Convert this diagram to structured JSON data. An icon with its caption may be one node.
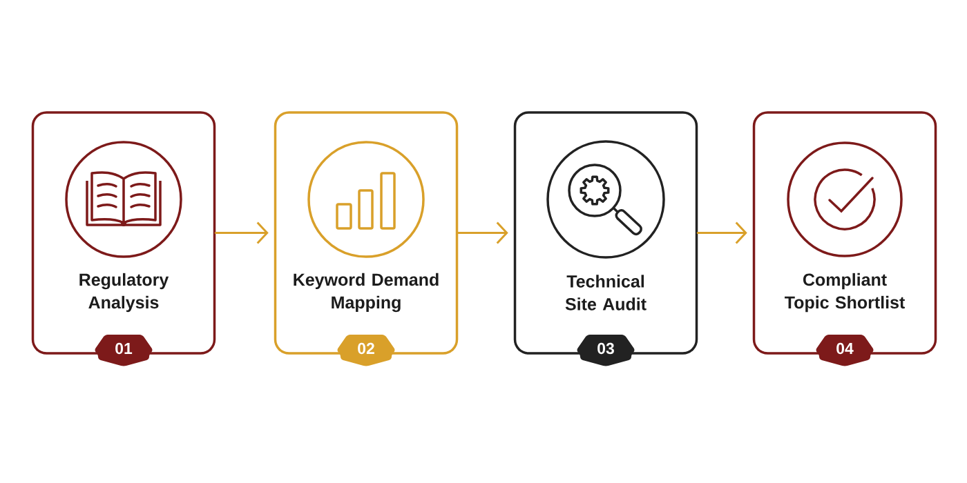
{
  "diagram": {
    "nodes": [
      {
        "text": [
          "Regulatory Analysis"
        ]
      },
      {
        "text": [
          "01"
        ]
      },
      {
        "text": [
          "Keyword Demand Mapping"
        ]
      },
      {
        "text": [
          "02"
        ]
      },
      {
        "text": [
          "Technical Site Audit"
        ]
      },
      {
        "text": [
          "03"
        ]
      },
      {
        "text": [
          "Compliant Topic Shortlist"
        ]
      },
      {
        "text": [
          "04"
        ]
      }
    ],
    "edges": [
      {
        "from": 0,
        "to": 2,
        "arrow": "to"
      },
      {
        "from": 2,
        "to": 4,
        "arrow": "to"
      },
      {
        "from": 4,
        "to": 6,
        "arrow": "to"
      }
    ]
  }
}
